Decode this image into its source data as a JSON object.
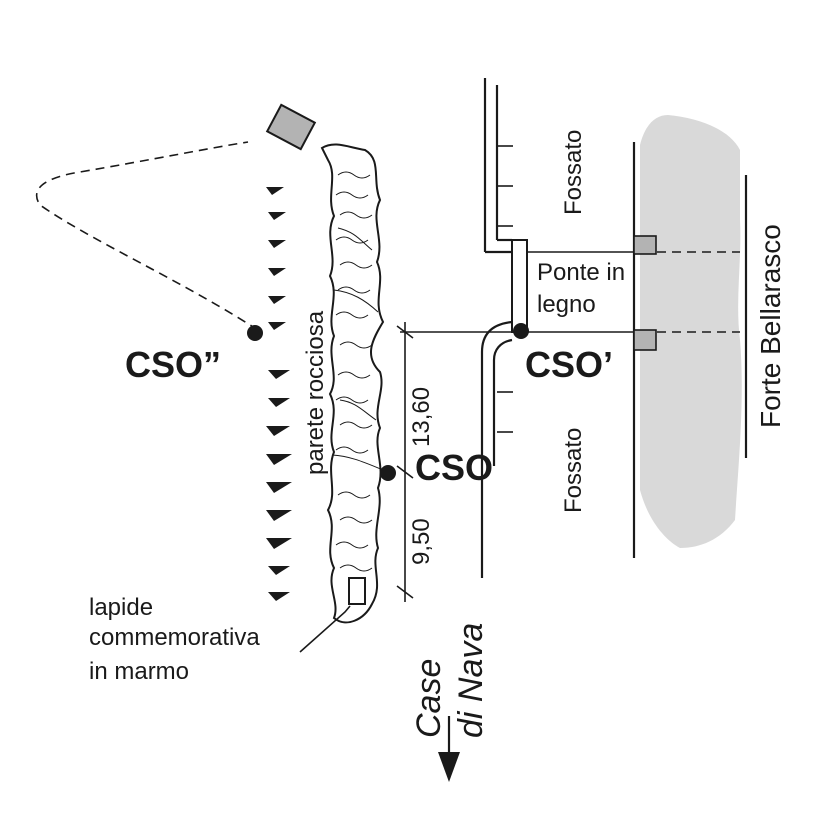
{
  "labels": {
    "cso_main": "CSO",
    "cso_prime": "CSO’",
    "cso_double": "CSO”",
    "fossato_top": "Fossato",
    "fossato_bottom": "Fossato",
    "ponte_line1": "Ponte in",
    "ponte_line2": "legno",
    "forte": "Forte Bellarasco",
    "parete": "parete rocciosa",
    "dim_upper": "13,60",
    "dim_lower": "9,50",
    "lapide_line1": "lapide",
    "lapide_line2": "commemorativa",
    "lapide_line3": "in marmo",
    "case_line1": "Case",
    "case_line2": "di Nava"
  },
  "colors": {
    "ink": "#1a1a1a",
    "fort_fill": "#d9d9d9",
    "marker_fill": "#b3b3b3"
  }
}
